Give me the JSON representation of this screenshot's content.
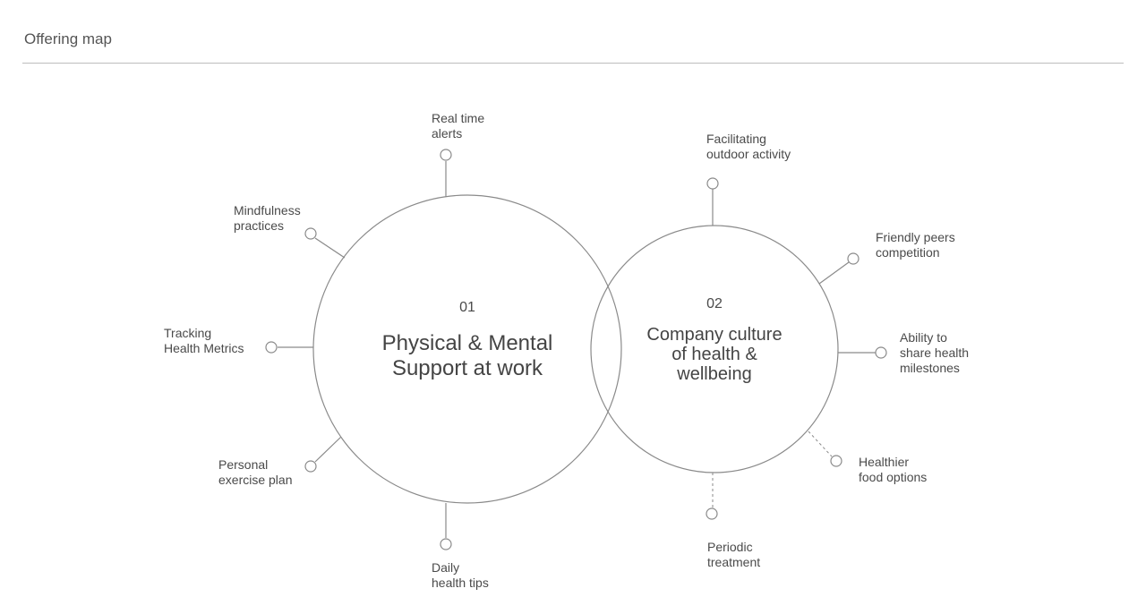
{
  "header": {
    "title": "Offering map"
  },
  "diagram": {
    "circles": [
      {
        "number": "01",
        "title": "Physical & Mental\nSupport at work",
        "offerings": [
          {
            "label": "Real time\nalerts",
            "connector": "solid"
          },
          {
            "label": "Mindfulness\npractices",
            "connector": "solid"
          },
          {
            "label": "Tracking\nHealth Metrics",
            "connector": "solid"
          },
          {
            "label": "Personal\nexercise plan",
            "connector": "solid"
          },
          {
            "label": "Daily\nhealth tips",
            "connector": "solid"
          }
        ]
      },
      {
        "number": "02",
        "title": "Company culture\nof health &\nwellbeing",
        "offerings": [
          {
            "label": "Facilitating\noutdoor activity",
            "connector": "solid"
          },
          {
            "label": "Friendly peers\ncompetition",
            "connector": "solid"
          },
          {
            "label": "Ability to\nshare health\nmilestones",
            "connector": "solid"
          },
          {
            "label": "Healthier\nfood options",
            "connector": "dashed"
          },
          {
            "label": "Periodic\ntreatment",
            "connector": "dashed"
          }
        ]
      }
    ],
    "colors": {
      "stroke": "#8a8a8a",
      "text": "#4a4a4a",
      "divider": "#bdbdbd"
    }
  }
}
